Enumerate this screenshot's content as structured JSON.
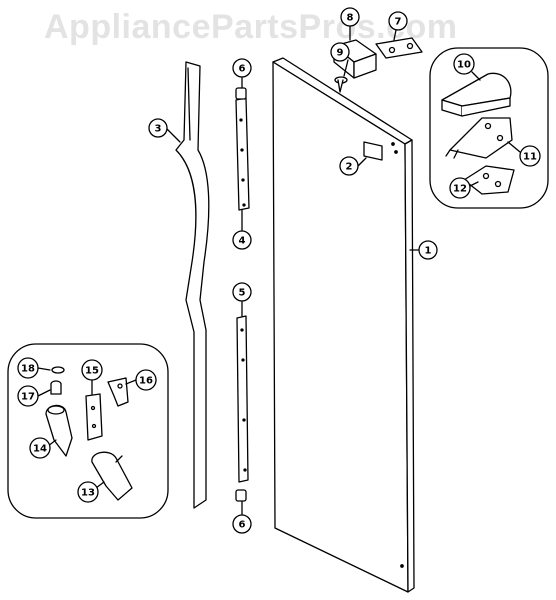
{
  "watermark": "AppliancePartsPros.com",
  "colors": {
    "ink": "#000000",
    "watermark": "#e3e3e3",
    "paper": "#ffffff"
  },
  "callouts": [
    {
      "part": "1",
      "label": "1"
    },
    {
      "part": "2",
      "label": "2"
    },
    {
      "part": "3",
      "label": "3"
    },
    {
      "part": "4",
      "label": "4"
    },
    {
      "part": "5",
      "label": "5"
    },
    {
      "part": "6a",
      "label": "6"
    },
    {
      "part": "6b",
      "label": "6"
    },
    {
      "part": "7",
      "label": "7"
    },
    {
      "part": "8",
      "label": "8"
    },
    {
      "part": "9",
      "label": "9"
    },
    {
      "part": "10",
      "label": "10"
    },
    {
      "part": "11",
      "label": "11"
    },
    {
      "part": "12",
      "label": "12"
    },
    {
      "part": "13",
      "label": "13"
    },
    {
      "part": "14",
      "label": "14"
    },
    {
      "part": "15",
      "label": "15"
    },
    {
      "part": "16",
      "label": "16"
    },
    {
      "part": "17",
      "label": "17"
    },
    {
      "part": "18",
      "label": "18"
    }
  ]
}
